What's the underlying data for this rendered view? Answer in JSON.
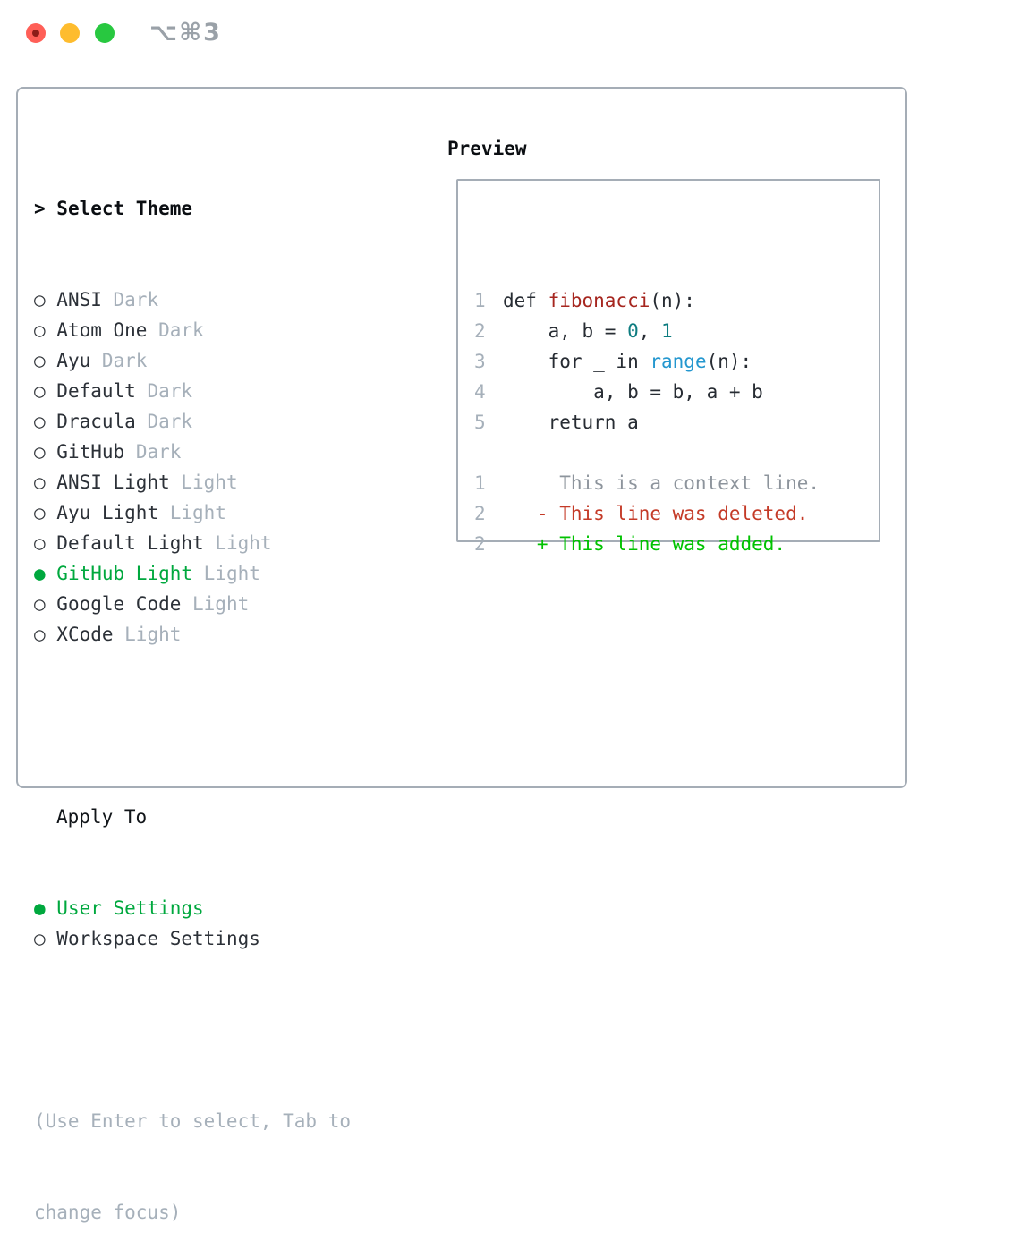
{
  "window": {
    "shortcut_title": "⌥⌘3"
  },
  "colors": {
    "selection_green": "#00a83e",
    "added_green": "#00c200",
    "deleted_red": "#c43a27",
    "function_red": "#a6261f",
    "number_teal": "#0d7c80",
    "builtin_blue": "#2497cf",
    "muted_gray": "#a6b0ba",
    "border_gray": "#a5adb6",
    "traffic_red": "#ff5f57",
    "traffic_yellow": "#febc2e",
    "traffic_green": "#28c840"
  },
  "left": {
    "header_prefix": "> ",
    "header": "Select Theme",
    "themes": [
      {
        "name": "ANSI",
        "variant": "Dark",
        "selected": false
      },
      {
        "name": "Atom One",
        "variant": "Dark",
        "selected": false
      },
      {
        "name": "Ayu",
        "variant": "Dark",
        "selected": false
      },
      {
        "name": "Default",
        "variant": "Dark",
        "selected": false
      },
      {
        "name": "Dracula",
        "variant": "Dark",
        "selected": false
      },
      {
        "name": "GitHub",
        "variant": "Dark",
        "selected": false
      },
      {
        "name": "ANSI Light",
        "variant": "Light",
        "selected": false
      },
      {
        "name": "Ayu Light",
        "variant": "Light",
        "selected": false
      },
      {
        "name": "Default Light",
        "variant": "Light",
        "selected": false
      },
      {
        "name": "GitHub Light",
        "variant": "Light",
        "selected": true
      },
      {
        "name": "Google Code",
        "variant": "Light",
        "selected": false
      },
      {
        "name": "XCode",
        "variant": "Light",
        "selected": false
      }
    ],
    "apply_header": "Apply To",
    "targets": [
      {
        "name": "User Settings",
        "selected": true
      },
      {
        "name": "Workspace Settings",
        "selected": false
      }
    ],
    "hint_line1": "(Use Enter to select, Tab to",
    "hint_line2": "change focus)",
    "bullet_unselected": "○",
    "bullet_selected": "●"
  },
  "preview": {
    "header": "Preview",
    "code_lines": [
      {
        "num": "1",
        "segments": [
          [
            "def ",
            "text"
          ],
          [
            "fibonacci",
            "func"
          ],
          [
            "(n):",
            "text"
          ]
        ]
      },
      {
        "num": "2",
        "segments": [
          [
            "    a, b = ",
            "text"
          ],
          [
            "0",
            "num"
          ],
          [
            ", ",
            "text"
          ],
          [
            "1",
            "num"
          ]
        ]
      },
      {
        "num": "3",
        "segments": [
          [
            "    for _ in ",
            "text"
          ],
          [
            "range",
            "builtin"
          ],
          [
            "(n):",
            "text"
          ]
        ]
      },
      {
        "num": "4",
        "segments": [
          [
            "        a, b = b, a + b",
            "text"
          ]
        ]
      },
      {
        "num": "5",
        "segments": [
          [
            "    return a",
            "text"
          ]
        ]
      },
      {
        "num": "",
        "segments": []
      },
      {
        "num": "1",
        "segments": [
          [
            "     This is a context line.",
            "context"
          ]
        ]
      },
      {
        "num": "2",
        "segments": [
          [
            "   - This line was deleted.",
            "deleted"
          ]
        ]
      },
      {
        "num": "2",
        "segments": [
          [
            "   + This line was added.",
            "added"
          ]
        ]
      }
    ]
  }
}
